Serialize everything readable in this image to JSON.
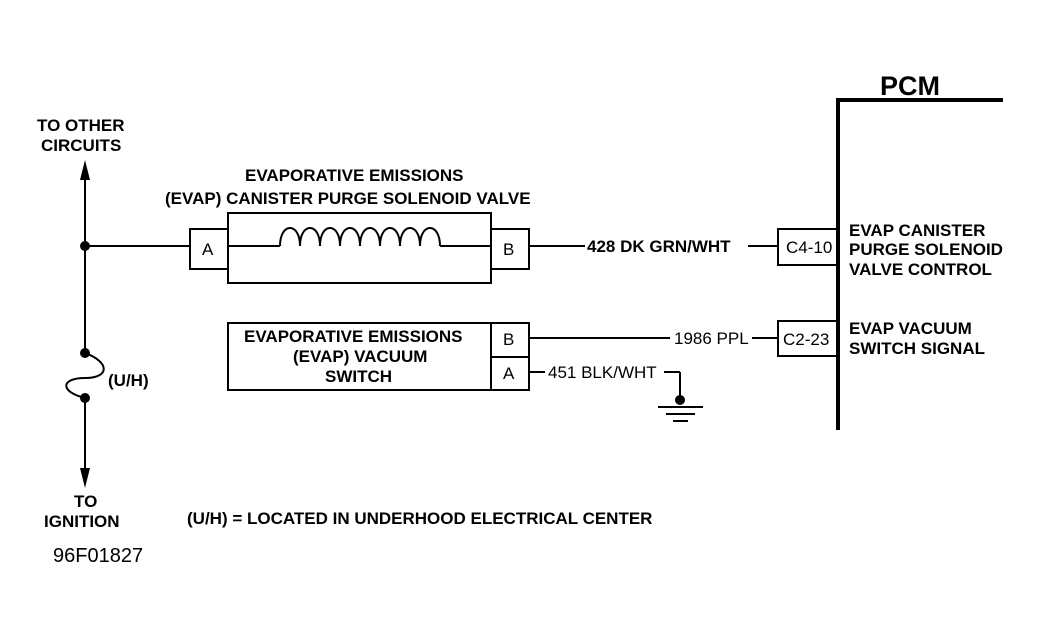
{
  "pcm": {
    "title": "PCM"
  },
  "feed": {
    "top_label_line1": "TO OTHER",
    "top_label_line2": "CIRCUITS",
    "bottom_label_line1": "TO",
    "bottom_label_line2": "IGNITION",
    "fuse_label": "(U/H)"
  },
  "purge_solenoid": {
    "title_line1": "EVAPORATIVE EMISSIONS",
    "title_line2": "(EVAP) CANISTER PURGE SOLENOID VALVE",
    "pin_a": "A",
    "pin_b": "B",
    "wire": "428 DK GRN/WHT",
    "connector": "C4-10",
    "pcm_label_line1": "EVAP CANISTER",
    "pcm_label_line2": "PURGE SOLENOID",
    "pcm_label_line3": "VALVE CONTROL"
  },
  "vacuum_switch": {
    "title_line1": "EVAPORATIVE EMISSIONS",
    "title_line2": "(EVAP) VACUUM",
    "title_line3": "SWITCH",
    "pin_b": "B",
    "pin_a": "A",
    "wire_b": "1986 PPL",
    "wire_a": "451 BLK/WHT",
    "connector": "C2-23",
    "pcm_label_line1": "EVAP VACUUM",
    "pcm_label_line2": "SWITCH SIGNAL"
  },
  "footnote": "(U/H) = LOCATED IN UNDERHOOD ELECTRICAL CENTER",
  "figure_id": "96F01827"
}
